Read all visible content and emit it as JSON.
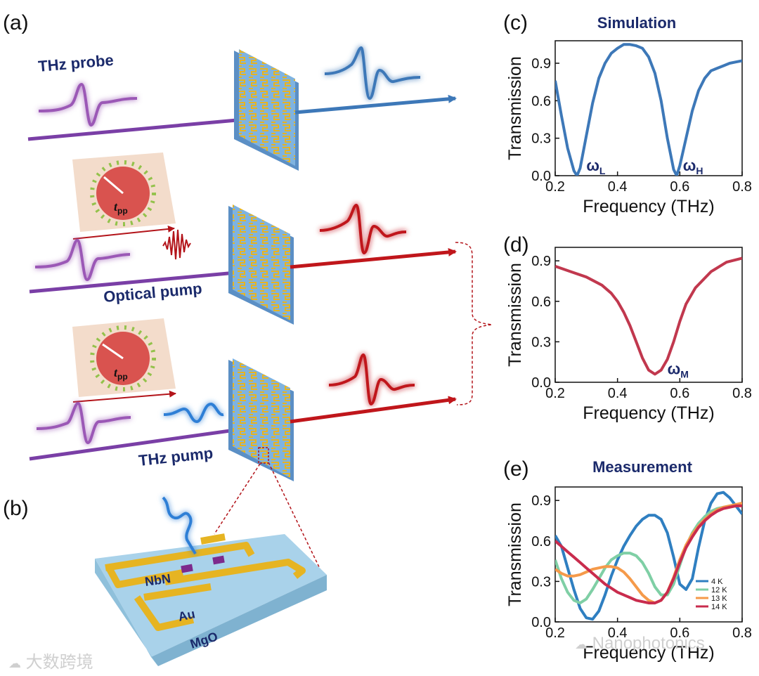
{
  "panels": {
    "a": "(a)",
    "b": "(b)",
    "c": "(c)",
    "d": "(d)",
    "e": "(e)"
  },
  "schematic": {
    "probe_label": "THz probe",
    "optical_pump_label": "Optical pump",
    "thz_pump_label": "THz pump",
    "delay_symbol": "t",
    "delay_subscript": "pp",
    "materials": {
      "nbn": "NbN",
      "au": "Au",
      "mgo": "MgO"
    }
  },
  "colors": {
    "probe": "#9b59b6",
    "transmitted_blue": "#3d78b8",
    "transmitted_red": "#c0161b",
    "optical_pulse": "#b3141a",
    "thz_pump_pulse": "#2f7fd6",
    "metasurface": "#7fb3e0",
    "gold": "#e6b422",
    "clock_bg": "#f3dccb",
    "clock_face": "#d9534f",
    "title_navy": "#1b2a6b"
  },
  "watermarks": {
    "left": "大数跨境",
    "right": "Nanophotonics"
  },
  "chart_data": [
    {
      "id": "c",
      "type": "line",
      "title": "Simulation",
      "xlabel": "Frequency (THz)",
      "ylabel": "Transmission",
      "xlim": [
        0.2,
        0.8
      ],
      "ylim": [
        0.0,
        1.08
      ],
      "xticks": [
        "0.2",
        "0.4",
        "0.6",
        "0.8"
      ],
      "yticks": [
        "0.0",
        "0.3",
        "0.6",
        "0.9"
      ],
      "annotations": [
        {
          "text": "ω",
          "sub": "L",
          "x": 0.3,
          "y": 0.04
        },
        {
          "text": "ω",
          "sub": "H",
          "x": 0.61,
          "y": 0.04
        }
      ],
      "series": [
        {
          "color": "#3d78b8",
          "x": [
            0.2,
            0.22,
            0.24,
            0.26,
            0.27,
            0.28,
            0.3,
            0.32,
            0.34,
            0.36,
            0.38,
            0.4,
            0.42,
            0.44,
            0.46,
            0.48,
            0.5,
            0.52,
            0.54,
            0.56,
            0.58,
            0.59,
            0.6,
            0.62,
            0.64,
            0.66,
            0.68,
            0.7,
            0.72,
            0.74,
            0.76,
            0.78,
            0.8
          ],
          "y": [
            0.76,
            0.48,
            0.22,
            0.04,
            0.0,
            0.06,
            0.32,
            0.58,
            0.78,
            0.9,
            0.98,
            1.02,
            1.05,
            1.05,
            1.04,
            1.02,
            0.95,
            0.82,
            0.6,
            0.3,
            0.05,
            0.0,
            0.08,
            0.3,
            0.52,
            0.68,
            0.78,
            0.84,
            0.86,
            0.88,
            0.9,
            0.91,
            0.92
          ]
        }
      ]
    },
    {
      "id": "d",
      "type": "line",
      "title": "",
      "xlabel": "Frequency (THz)",
      "ylabel": "Transmission",
      "xlim": [
        0.2,
        0.8
      ],
      "ylim": [
        0.0,
        1.0
      ],
      "xticks": [
        "0.2",
        "0.4",
        "0.6",
        "0.8"
      ],
      "yticks": [
        "0.0",
        "0.3",
        "0.6",
        "0.9"
      ],
      "annotations": [
        {
          "text": "ω",
          "sub": "M",
          "x": 0.56,
          "y": 0.06
        }
      ],
      "series": [
        {
          "color": "#c1384e",
          "x": [
            0.2,
            0.25,
            0.3,
            0.35,
            0.38,
            0.4,
            0.42,
            0.44,
            0.46,
            0.48,
            0.5,
            0.52,
            0.54,
            0.56,
            0.58,
            0.6,
            0.62,
            0.65,
            0.7,
            0.75,
            0.8
          ],
          "y": [
            0.86,
            0.82,
            0.78,
            0.72,
            0.66,
            0.6,
            0.52,
            0.42,
            0.3,
            0.18,
            0.09,
            0.06,
            0.09,
            0.17,
            0.3,
            0.45,
            0.58,
            0.7,
            0.82,
            0.89,
            0.92
          ]
        }
      ]
    },
    {
      "id": "e",
      "type": "line",
      "title": "Measurement",
      "xlabel": "Frequency (THz)",
      "ylabel": "Transmission",
      "xlim": [
        0.2,
        0.8
      ],
      "ylim": [
        0.0,
        1.0
      ],
      "xticks": [
        "0.2",
        "0.4",
        "0.6",
        "0.8"
      ],
      "yticks": [
        "0.0",
        "0.3",
        "0.6",
        "0.9"
      ],
      "legend_position": "lower-right",
      "series": [
        {
          "name": "4 K",
          "color": "#2f7fc1",
          "x": [
            0.2,
            0.22,
            0.24,
            0.26,
            0.28,
            0.3,
            0.32,
            0.34,
            0.36,
            0.38,
            0.4,
            0.42,
            0.44,
            0.46,
            0.48,
            0.5,
            0.52,
            0.54,
            0.56,
            0.58,
            0.6,
            0.62,
            0.64,
            0.66,
            0.68,
            0.7,
            0.72,
            0.74,
            0.76,
            0.78,
            0.8
          ],
          "y": [
            0.64,
            0.56,
            0.4,
            0.24,
            0.1,
            0.03,
            0.02,
            0.08,
            0.2,
            0.34,
            0.46,
            0.56,
            0.64,
            0.71,
            0.76,
            0.79,
            0.79,
            0.76,
            0.66,
            0.48,
            0.28,
            0.24,
            0.32,
            0.55,
            0.75,
            0.88,
            0.95,
            0.96,
            0.92,
            0.86,
            0.8
          ]
        },
        {
          "name": "12 K",
          "color": "#7fcfa5",
          "x": [
            0.2,
            0.22,
            0.24,
            0.26,
            0.28,
            0.3,
            0.32,
            0.34,
            0.36,
            0.38,
            0.4,
            0.42,
            0.44,
            0.46,
            0.48,
            0.5,
            0.52,
            0.54,
            0.56,
            0.58,
            0.6,
            0.62,
            0.64,
            0.66,
            0.68,
            0.7,
            0.72,
            0.74,
            0.76,
            0.78,
            0.8
          ],
          "y": [
            0.46,
            0.32,
            0.22,
            0.16,
            0.14,
            0.17,
            0.24,
            0.32,
            0.4,
            0.46,
            0.49,
            0.51,
            0.51,
            0.49,
            0.44,
            0.36,
            0.26,
            0.2,
            0.2,
            0.28,
            0.42,
            0.56,
            0.66,
            0.73,
            0.78,
            0.82,
            0.84,
            0.85,
            0.86,
            0.86,
            0.87
          ]
        },
        {
          "name": "13 K",
          "color": "#f59a4a",
          "x": [
            0.2,
            0.22,
            0.24,
            0.26,
            0.28,
            0.3,
            0.32,
            0.34,
            0.36,
            0.38,
            0.4,
            0.42,
            0.44,
            0.46,
            0.48,
            0.5,
            0.52,
            0.54,
            0.56,
            0.58,
            0.6,
            0.62,
            0.64,
            0.66,
            0.68,
            0.7,
            0.72,
            0.74,
            0.76,
            0.78,
            0.8
          ],
          "y": [
            0.39,
            0.36,
            0.34,
            0.34,
            0.35,
            0.37,
            0.39,
            0.4,
            0.41,
            0.41,
            0.4,
            0.37,
            0.32,
            0.26,
            0.2,
            0.16,
            0.14,
            0.16,
            0.22,
            0.33,
            0.46,
            0.57,
            0.65,
            0.71,
            0.76,
            0.8,
            0.83,
            0.85,
            0.86,
            0.87,
            0.88
          ]
        },
        {
          "name": "14 K",
          "color": "#c92c4d",
          "x": [
            0.2,
            0.22,
            0.24,
            0.26,
            0.28,
            0.3,
            0.32,
            0.34,
            0.36,
            0.38,
            0.4,
            0.42,
            0.44,
            0.46,
            0.48,
            0.5,
            0.52,
            0.54,
            0.56,
            0.58,
            0.6,
            0.62,
            0.64,
            0.66,
            0.68,
            0.7,
            0.72,
            0.74,
            0.76,
            0.78,
            0.8
          ],
          "y": [
            0.6,
            0.56,
            0.52,
            0.48,
            0.44,
            0.4,
            0.36,
            0.32,
            0.28,
            0.25,
            0.22,
            0.2,
            0.18,
            0.16,
            0.15,
            0.14,
            0.14,
            0.16,
            0.22,
            0.32,
            0.44,
            0.55,
            0.63,
            0.7,
            0.75,
            0.79,
            0.82,
            0.84,
            0.85,
            0.86,
            0.86
          ]
        }
      ]
    }
  ]
}
